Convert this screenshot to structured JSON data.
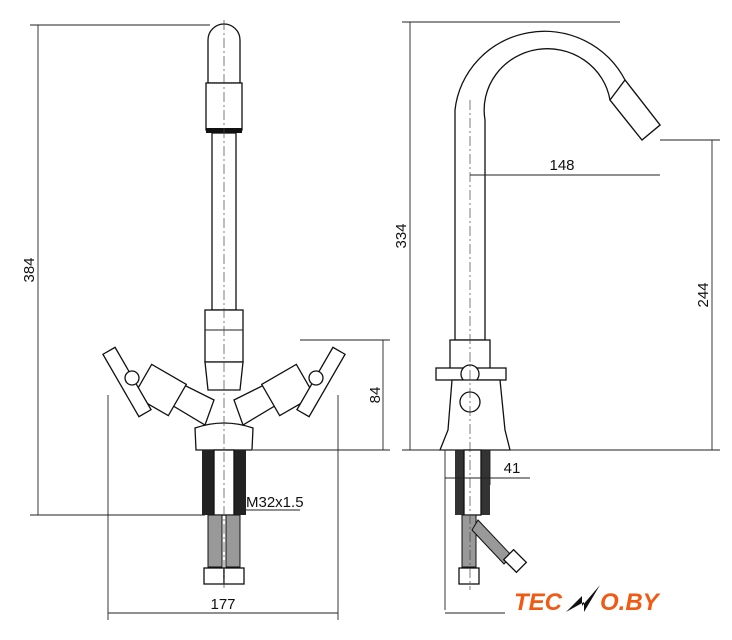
{
  "dimensions": {
    "front_height": "384",
    "handle_height": "84",
    "width": "177",
    "thread": "M32x1.5",
    "side_height": "334",
    "reach": "148",
    "spout_height": "244",
    "base_depth": "41"
  },
  "logo": {
    "text_left": "TEC",
    "text_right": "O.BY",
    "full": "TECNO.BY",
    "color": "#f05a14"
  }
}
